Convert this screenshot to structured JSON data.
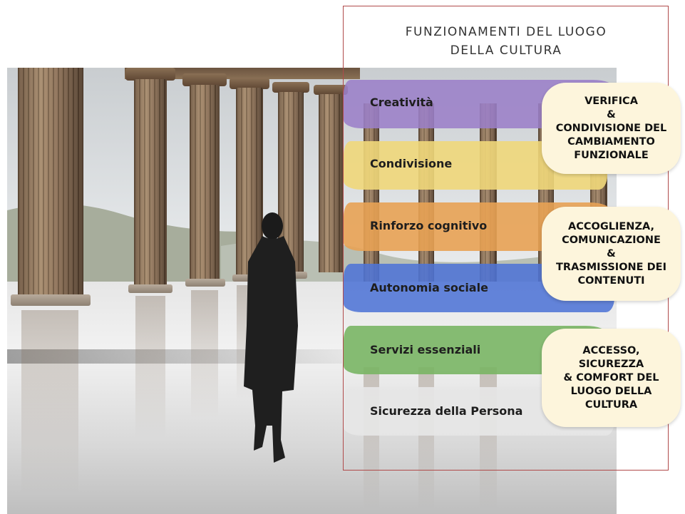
{
  "title": {
    "line1": "FUNZIONAMENTI DEL LUOGO",
    "line2": "DELLA CULTURA"
  },
  "levels": [
    {
      "label": "Creatività",
      "color": "#9b80c8"
    },
    {
      "label": "Condivisione",
      "color": "#f0d77a"
    },
    {
      "label": "Rinforzo cognitivo",
      "color": "#e8a254"
    },
    {
      "label": "Autonomia sociale",
      "color": "#4f74d6"
    },
    {
      "label": "Servizi essenziali",
      "color": "#79b564"
    },
    {
      "label": "Sicurezza della Persona",
      "color": "#e6e6e6"
    }
  ],
  "functions": [
    {
      "lines": [
        "VERIFICA",
        "&",
        "CONDIVISIONE  DEL",
        "CAMBIAMENTO",
        "FUNZIONALE"
      ]
    },
    {
      "lines": [
        "ACCOGLIENZA,",
        "COMUNICAZIONE",
        "&",
        "TRASMISSIONE DEI",
        "CONTENUTI"
      ]
    },
    {
      "lines": [
        "ACCESSO,",
        "SICUREZZA",
        "& COMFORT DEL",
        "LUOGO DELLA",
        "CULTURA"
      ]
    }
  ],
  "colors": {
    "frame": "#b04a4a",
    "box_fill": "#fdf5dc"
  }
}
